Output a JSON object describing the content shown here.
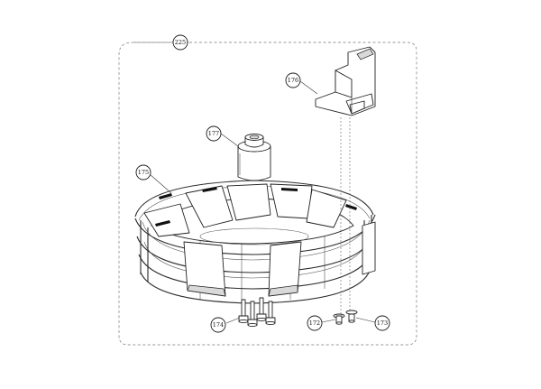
{
  "assembly": {
    "number": "225"
  },
  "callouts": [
    {
      "id": "225",
      "label": "225"
    },
    {
      "id": "176",
      "label": "176"
    },
    {
      "id": "177",
      "label": "177"
    },
    {
      "id": "175",
      "label": "175"
    },
    {
      "id": "174",
      "label": "174"
    },
    {
      "id": "172",
      "label": "172"
    },
    {
      "id": "173",
      "label": "173"
    }
  ],
  "colors": {
    "line": "#222222",
    "shade": "#d9d9d9",
    "background": "#ffffff"
  }
}
